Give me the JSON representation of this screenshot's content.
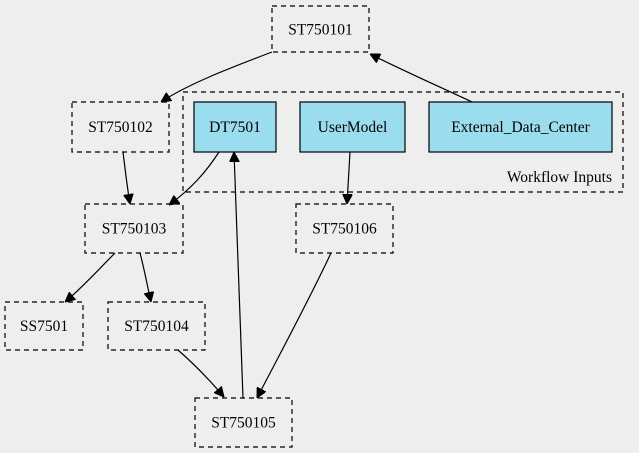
{
  "diagram": {
    "input_fill": "#99ddee",
    "cluster_label": "Workflow Inputs",
    "nodes": {
      "st750101": "ST750101",
      "st750102": "ST750102",
      "dt7501": "DT7501",
      "usermodel": "UserModel",
      "external_data_center": "External_Data_Center",
      "st750103": "ST750103",
      "st750106": "ST750106",
      "ss7501": "SS7501",
      "st750104": "ST750104",
      "st750105": "ST750105"
    },
    "edges": [
      {
        "from": "st750101",
        "to": "st750102"
      },
      {
        "from": "external_data_center",
        "to": "st750101"
      },
      {
        "from": "st750102",
        "to": "st750103"
      },
      {
        "from": "dt7501",
        "to": "st750103"
      },
      {
        "from": "usermodel",
        "to": "st750106"
      },
      {
        "from": "st750103",
        "to": "ss7501"
      },
      {
        "from": "st750103",
        "to": "st750104"
      },
      {
        "from": "st750104",
        "to": "st750105"
      },
      {
        "from": "st750106",
        "to": "st750105"
      },
      {
        "from": "st750105",
        "to": "dt7501"
      }
    ]
  }
}
